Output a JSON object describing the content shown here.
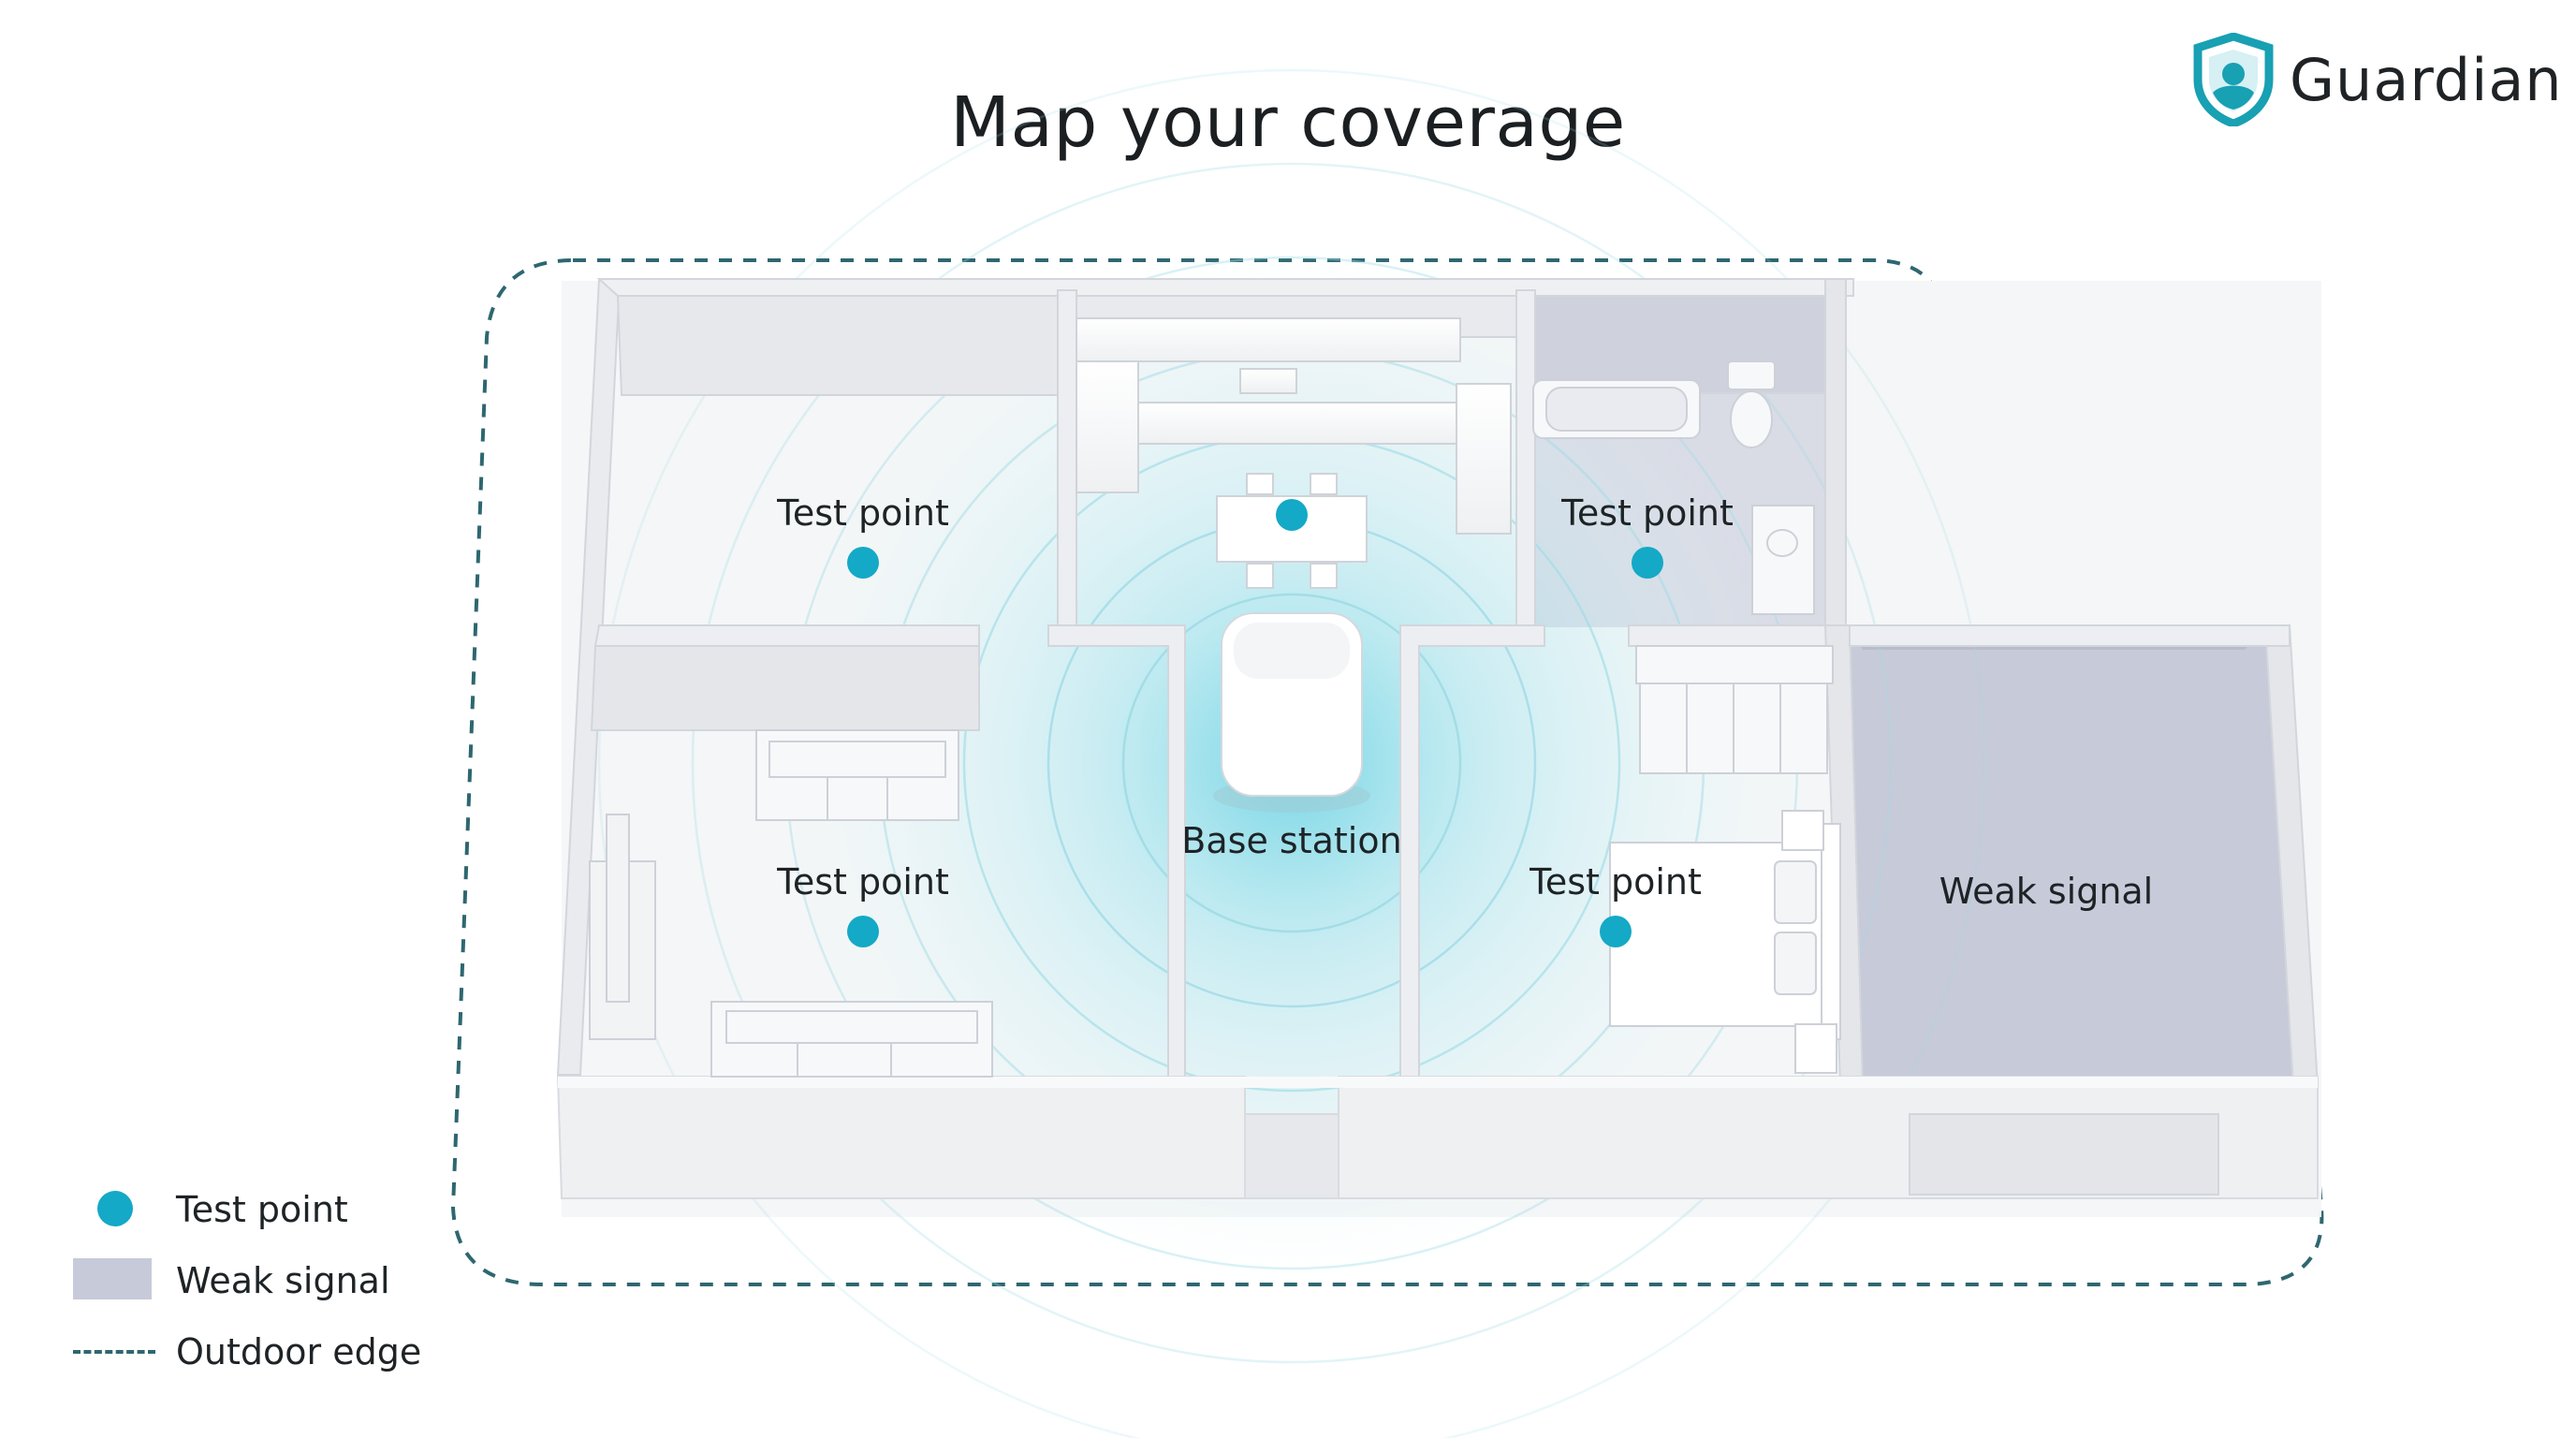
{
  "title": "Map your coverage",
  "brand": {
    "name": "Guardian",
    "logo_icon": "shield-person-icon",
    "logo_color": "#18a0b3"
  },
  "labels": {
    "test_point_1": "Test point",
    "test_point_2": "Test point",
    "test_point_3": "Test point",
    "test_point_4": "Test point",
    "base_station": "Base station",
    "weak_signal": "Weak signal"
  },
  "legend": [
    {
      "icon": "test-point-dot",
      "label": "Test point"
    },
    {
      "icon": "weak-signal-swatch",
      "label": "Weak signal"
    },
    {
      "icon": "outdoor-edge-dashed-line",
      "label": "Outdoor edge"
    }
  ],
  "colors": {
    "accent": "#14a9c6",
    "signal_glow": "#7fdcea",
    "weak_signal": "#c7cad8",
    "outdoor_edge": "#2e6770",
    "wall": "#eceef1",
    "floor": "#f3f5f6"
  }
}
